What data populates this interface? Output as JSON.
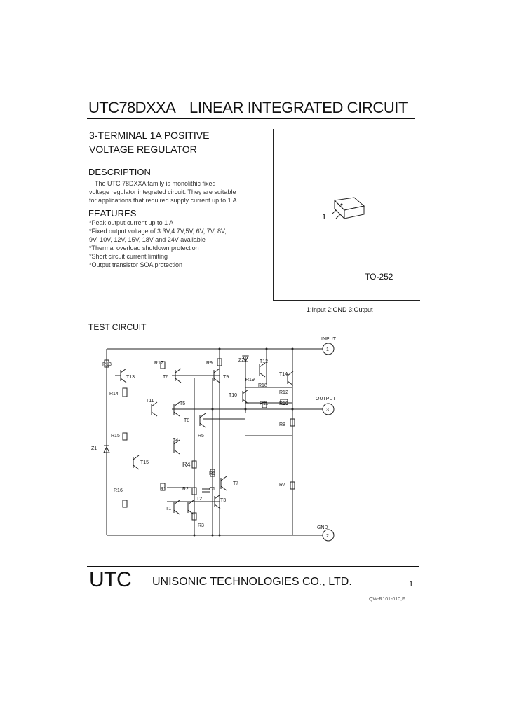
{
  "header": {
    "part_number": "UTC78DXXA",
    "title": "LINEAR INTEGRATED CIRCUIT"
  },
  "subtitle": {
    "line1": "3-TERMINAL 1A POSITIVE",
    "line2": "VOLTAGE REGULATOR"
  },
  "description": {
    "heading": "DESCRIPTION",
    "lines": [
      "The UTC 78DXXA family is monolithic fixed",
      "voltage regulator integrated circuit. They are suitable",
      "for applications that required supply current up to 1 A."
    ]
  },
  "features": {
    "heading": "FEATURES",
    "items": [
      "*Peak output current up to 1 A",
      "*Fixed output voltage of   3.3V,4.7V,5V, 6V, 7V, 8V,",
      "  9V, 10V, 12V, 15V, 18V and 24V available",
      "*Thermal overload shutdown protection",
      "*Short circuit current limiting",
      "*Output transistor SOA protection"
    ]
  },
  "package": {
    "name": "TO-252",
    "pin1_label": "1",
    "pin_caption": "1:Input  2:GND  3:Output"
  },
  "test_circuit": {
    "heading": "TEST CIRCUIT",
    "terminals": {
      "input": "INPUT",
      "output": "OUTPUT",
      "gnd": "GND",
      "pin_input": "1",
      "pin_output": "3",
      "pin_gnd": "2"
    },
    "labels": {
      "r13": "R13",
      "t13": "T13",
      "r17": "R17",
      "t6": "T6",
      "r9": "R9",
      "t9": "T9",
      "z2": "Z2",
      "t12": "T12",
      "t14": "T14",
      "r19": "R19",
      "r18": "R18",
      "r12": "R12",
      "r14": "R14",
      "t11": "T11",
      "t5": "T5",
      "t10": "T10",
      "r11": "R11",
      "r10": "R10",
      "t8": "T8",
      "r8": "R8",
      "r15": "R15",
      "r5": "R5",
      "z1": "Z1",
      "t4": "T4",
      "t15": "T15",
      "r4": "R4",
      "r6": "R6",
      "t7": "T7",
      "r16": "R16",
      "r1": "R1",
      "r2": "R2",
      "c1": "C1",
      "r7": "R7",
      "t1": "T1",
      "t2": "T2",
      "t3": "T3",
      "r3": "R3"
    }
  },
  "footer": {
    "brand": "UTC",
    "company": "UNISONIC TECHNOLOGIES   CO., LTD.",
    "page": "1",
    "doc_code": "QW-R101-010,F"
  }
}
